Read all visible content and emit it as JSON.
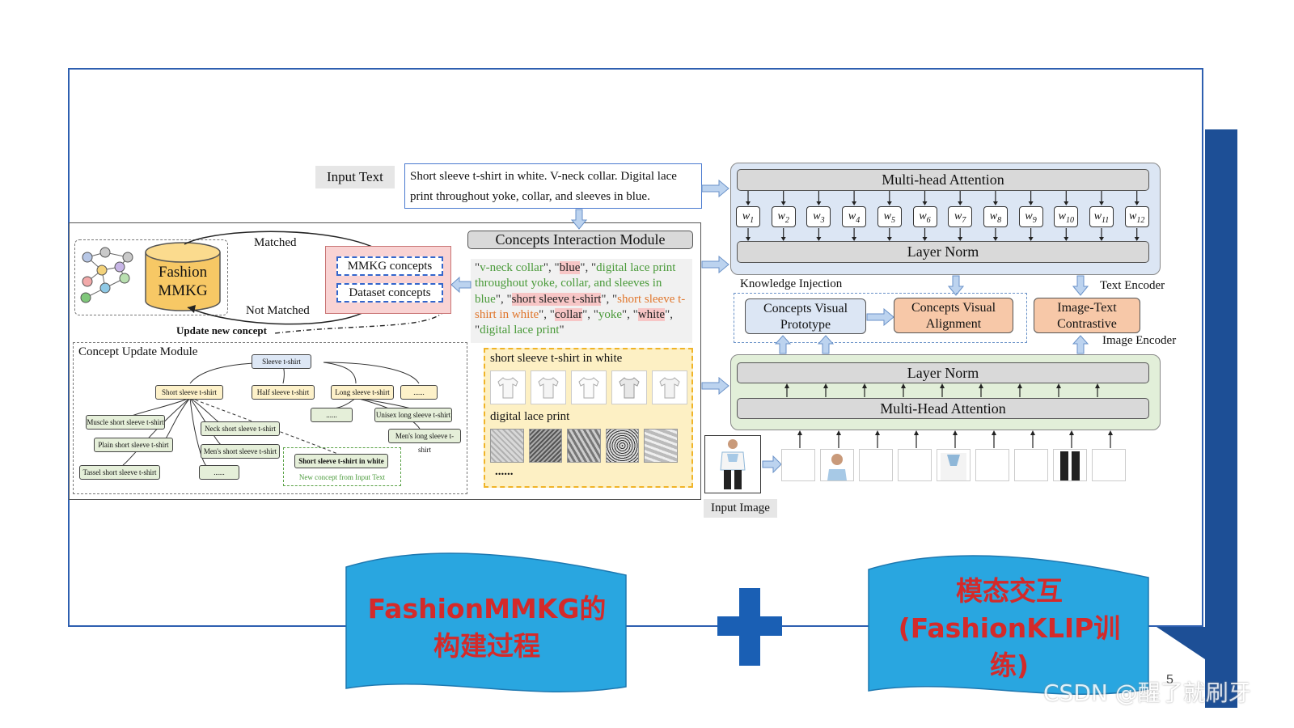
{
  "diagram": {
    "input_text_label": "Input Text",
    "input_text": "Short sleeve t-shirt in white. V-neck collar. Digital lace print throughout yoke, collar, and sleeves in blue.",
    "concepts_module_title": "Concepts Interaction Module",
    "matched": "Matched",
    "not_matched": "Not Matched",
    "update_new_concept": "Update new concept",
    "fashion_mmkg_line1": "Fashion",
    "fashion_mmkg_line2": "MMKG",
    "mmkg_concepts": "MMKG concepts",
    "dataset_concepts": "Dataset concepts",
    "concept_list": [
      {
        "t": "\"",
        "c": "#333"
      },
      {
        "t": "v-neck collar",
        "c": "#4a9a3a"
      },
      {
        "t": "\", \"",
        "c": "#333"
      },
      {
        "t": "blue",
        "c": "#222",
        "bg": "#f7c6c6"
      },
      {
        "t": "\", \"",
        "c": "#333"
      },
      {
        "t": "digital lace print throughout yoke, collar, and sleeves in blue",
        "c": "#4a9a3a"
      },
      {
        "t": "\", \"",
        "c": "#333"
      },
      {
        "t": "short sleeve t-shirt",
        "c": "#222",
        "bg": "#f7c6c6"
      },
      {
        "t": "\", \"",
        "c": "#333"
      },
      {
        "t": "short sleeve t-shirt in white",
        "c": "#e0762c"
      },
      {
        "t": "\", \"",
        "c": "#333"
      },
      {
        "t": "collar",
        "c": "#222",
        "bg": "#f7c6c6"
      },
      {
        "t": "\", \"",
        "c": "#333"
      },
      {
        "t": "yoke",
        "c": "#4a9a3a"
      },
      {
        "t": "\", \"",
        "c": "#333"
      },
      {
        "t": "white",
        "c": "#222",
        "bg": "#f7c6c6"
      },
      {
        "t": "\", \"",
        "c": "#333"
      },
      {
        "t": "digital lace print",
        "c": "#4a9a3a"
      },
      {
        "t": "\"",
        "c": "#333"
      }
    ],
    "concept_update_module": "Concept Update Module",
    "tree": {
      "root": "Sleeve t-shirt",
      "short": "Short sleeve t-shirt",
      "half": "Half sleeve t-shirt",
      "long": "Long sleeve t-shirt",
      "dots": "......",
      "muscle": "Muscle short sleeve t-shirt",
      "plain": "Plain short sleeve t-shirt",
      "tassel": "Tassel short sleeve t-shirt",
      "neck": "Neck short sleeve t-shirt",
      "mens": "Men's short sleeve t-shirt",
      "unisex": "Unisex long sleeve t-shirt",
      "mens_long": "Men's long sleeve t-shirt",
      "new_concept": "Short sleeve t-shirt in white",
      "new_concept_caption": "New concept from Input Text"
    },
    "gallery_title_1": "short sleeve t-shirt in white",
    "gallery_title_2": "digital lace print",
    "gallery_more": "......",
    "multihead_top": "Multi-head Attention",
    "layernorm_top": "Layer Norm",
    "weights": [
      "1",
      "2",
      "3",
      "4",
      "5",
      "6",
      "7",
      "8",
      "9",
      "10",
      "11",
      "12"
    ],
    "knowledge_injection": "Knowledge Injection",
    "text_encoder": "Text Encoder",
    "image_encoder": "Image Encoder",
    "cvp_line1": "Concepts Visual",
    "cvp_line2": "Prototype",
    "cva_line1": "Concepts Visual",
    "cva_line2": "Alignment",
    "itc_line1": "Image-Text",
    "itc_line2": "Contrastive",
    "layernorm_bottom": "Layer Norm",
    "multihead_bottom": "Multi-Head Attention",
    "input_image_label": "Input Image"
  },
  "banners": {
    "left_line1": "FashionMMKG的",
    "left_line2": "构建过程",
    "right_line1": "模态交互",
    "right_line2": "(FashionKLIP训",
    "right_line3": "练)"
  },
  "page_number": "5",
  "watermark": "CSDN @醒了就刷牙",
  "colors": {
    "frame": "#2e5fb0",
    "dark_band": "#1d4f96",
    "banner": "#29a6e0",
    "banner_text": "#d42a2a",
    "plus": "#1a5fb4"
  }
}
